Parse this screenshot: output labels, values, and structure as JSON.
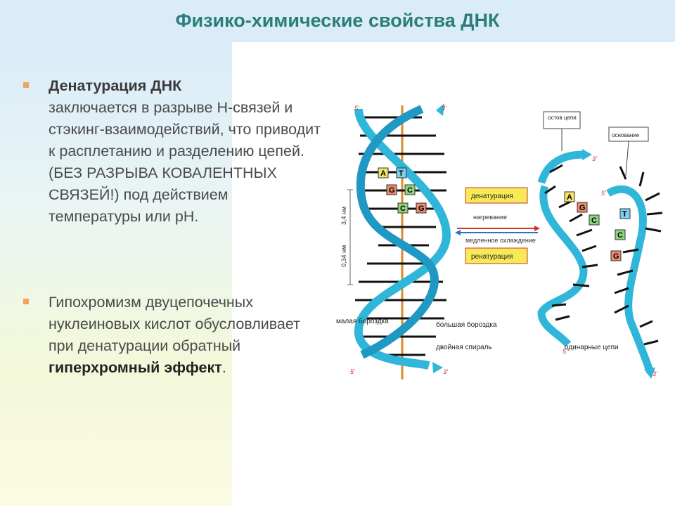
{
  "title": "Физико-химические свойства ДНК",
  "bullets": [
    {
      "heading": "Денатурация ДНК",
      "text": "заключается в разрыве Н-связей и стэкинг-взаимодействий, что приводит к расплетанию и разделению цепей. (БЕЗ РАЗРЫВА КОВАЛЕНТНЫХ СВЯЗЕЙ!) под действием температуры или рН."
    },
    {
      "text": "Гипохромизм двуцепочечных нуклеиновых кислот обусловливает при денатурации обратный",
      "emphasis": "гиперхромный эффект",
      "tail": "."
    }
  ],
  "figure": {
    "helix_end_top_left": "5'",
    "helix_end_top_right": "3'",
    "helix_end_bottom_left": "5'",
    "helix_end_bottom_right": "3'",
    "pitch_label": "3,4 нм",
    "rise_label": "0,34 нм",
    "minor_groove": "малая бороздка",
    "major_groove": "большая бороздка",
    "double_helix": "двойная спираль",
    "bases_left": [
      "A",
      "G",
      "C"
    ],
    "bases_right": [
      "T",
      "C",
      "G"
    ],
    "denaturation": "денатурация",
    "heating": "нагревание",
    "slow_cooling": "медленное охлаждение",
    "renaturation": "ренатурация",
    "backbone_label": "остов цепи",
    "base_label": "основание",
    "single_chains": "одинарные цепи",
    "strand1_top": "3'",
    "strand1_bottom": "5'",
    "strand2_top": "5'",
    "strand2_bottom": "3'",
    "strand1_bases": [
      "A",
      "G",
      "C"
    ],
    "strand2_bases": [
      "T",
      "C",
      "G"
    ]
  }
}
